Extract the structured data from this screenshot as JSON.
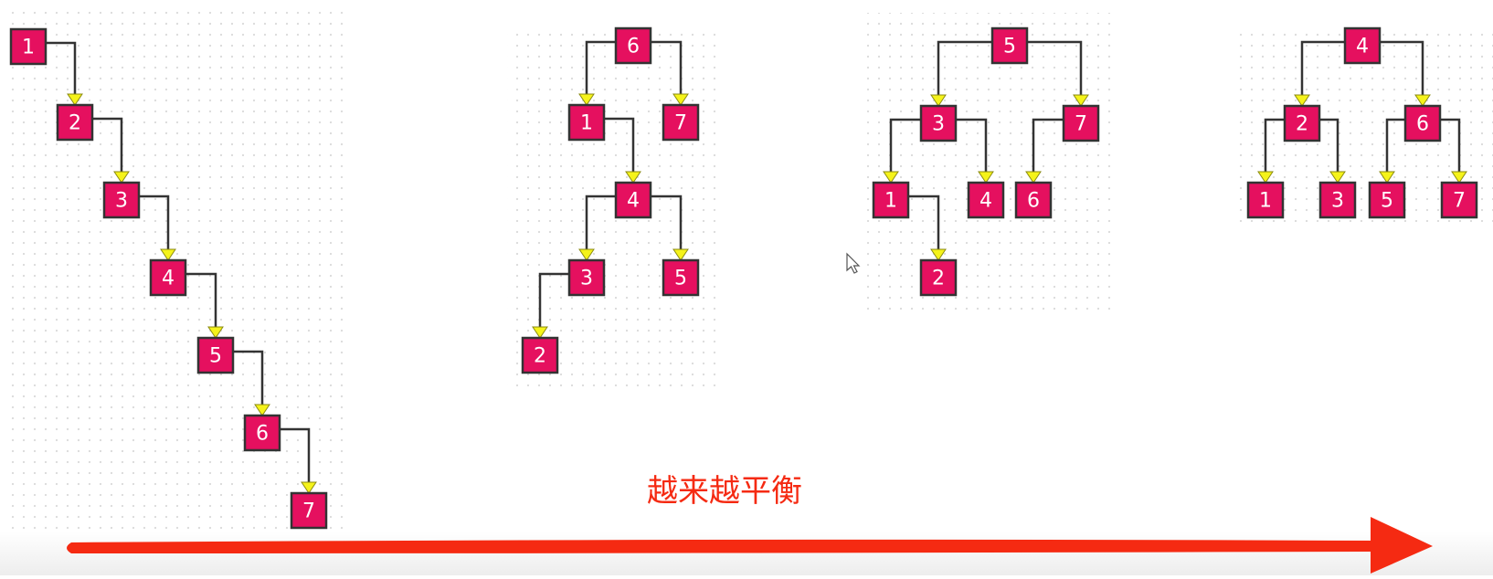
{
  "caption": "越来越平衡",
  "colors": {
    "node_fill": "#e5105f",
    "node_stroke": "#333333",
    "edge": "#333333",
    "arrowhead": "#f5f31a",
    "arrowhead_stroke": "#8a8a10",
    "progress_arrow": "#f52a12",
    "caption": "#f52a12",
    "grid_dot": "#d9d9d9"
  },
  "icons": {
    "cursor": "mouse-pointer-icon"
  },
  "trees": [
    {
      "name": "tree-1",
      "nodes": [
        "1",
        "2",
        "3",
        "4",
        "5",
        "6",
        "7"
      ],
      "edges": [
        [
          "1",
          "2"
        ],
        [
          "2",
          "3"
        ],
        [
          "3",
          "4"
        ],
        [
          "4",
          "5"
        ],
        [
          "5",
          "6"
        ],
        [
          "6",
          "7"
        ]
      ]
    },
    {
      "name": "tree-2",
      "nodes": [
        "6",
        "1",
        "7",
        "4",
        "3",
        "5",
        "2"
      ],
      "edges": [
        [
          "6",
          "1"
        ],
        [
          "6",
          "7"
        ],
        [
          "1",
          "4"
        ],
        [
          "4",
          "3"
        ],
        [
          "4",
          "5"
        ],
        [
          "3",
          "2"
        ]
      ]
    },
    {
      "name": "tree-3",
      "nodes": [
        "5",
        "3",
        "7",
        "1",
        "4",
        "6",
        "2"
      ],
      "edges": [
        [
          "5",
          "3"
        ],
        [
          "5",
          "7"
        ],
        [
          "3",
          "1"
        ],
        [
          "3",
          "4"
        ],
        [
          "7",
          "6"
        ],
        [
          "1",
          "2"
        ]
      ]
    },
    {
      "name": "tree-4",
      "nodes": [
        "4",
        "2",
        "6",
        "1",
        "3",
        "5",
        "7"
      ],
      "edges": [
        [
          "4",
          "2"
        ],
        [
          "4",
          "6"
        ],
        [
          "2",
          "1"
        ],
        [
          "2",
          "3"
        ],
        [
          "6",
          "5"
        ],
        [
          "6",
          "7"
        ]
      ]
    }
  ]
}
